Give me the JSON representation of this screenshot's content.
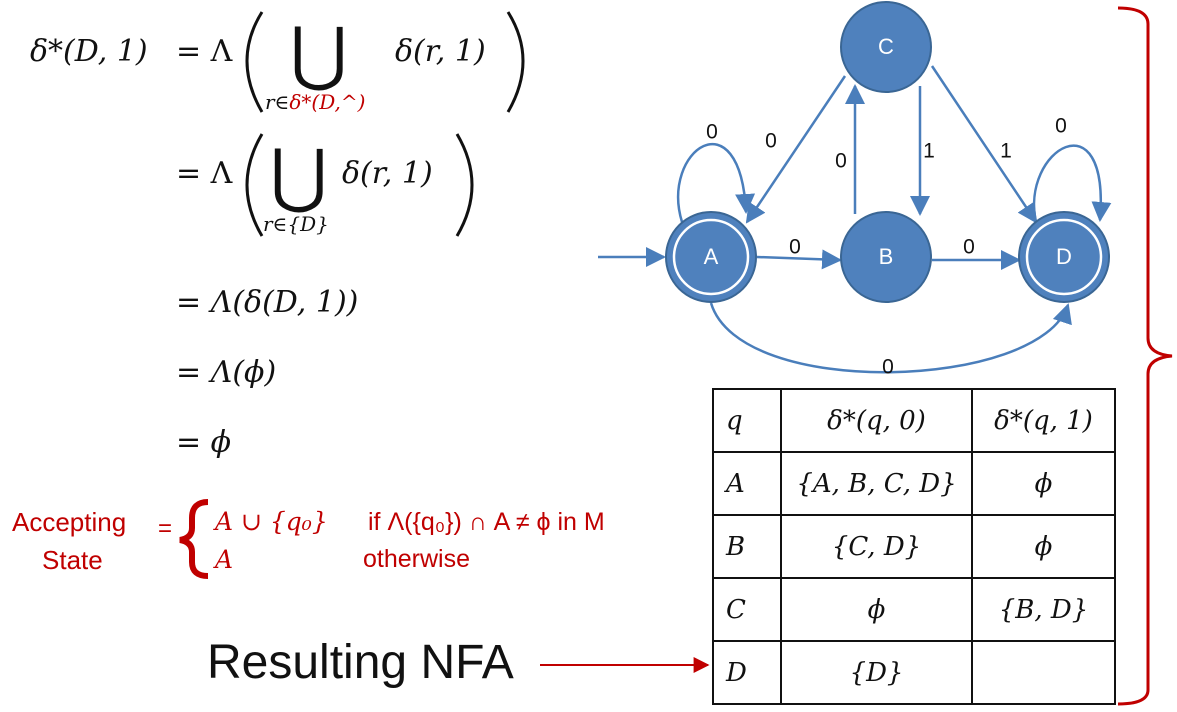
{
  "derivation": {
    "line1_lhs": "δ*(D, 1)",
    "line1_eq": "= Λ",
    "line1_term": "δ(r, 1)",
    "line1_sub_prefix": "r∈",
    "line1_sub_red": "δ*(D,^)",
    "line2_eq": "= Λ",
    "line2_term": "δ(r, 1)",
    "line2_sub": "r∈{D}",
    "line3": "= Λ(δ(D, 1))",
    "line4": "= Λ(ϕ)",
    "line5": "= ϕ"
  },
  "accepting": {
    "label_line1": "Accepting",
    "label_line2": "State",
    "equals": "=",
    "case1_expr": "A ∪ {q₀}",
    "case1_cond": "if Λ({q₀}) ∩ A ≠ ϕ in M",
    "case2_expr": "A",
    "case2_cond": "otherwise"
  },
  "result_label": "Resulting NFA",
  "diagram": {
    "node_color": "#4f81bd",
    "edge_color": "#4a7ebb",
    "nodes": [
      {
        "id": "A",
        "label": "A",
        "accepting": true,
        "start": true
      },
      {
        "id": "B",
        "label": "B",
        "accepting": false
      },
      {
        "id": "C",
        "label": "C",
        "accepting": false
      },
      {
        "id": "D",
        "label": "D",
        "accepting": true
      }
    ],
    "edges": [
      {
        "from": "A",
        "to": "A",
        "label": "0"
      },
      {
        "from": "C",
        "to": "A",
        "label": "0"
      },
      {
        "from": "A",
        "to": "B",
        "label": "0"
      },
      {
        "from": "B",
        "to": "C",
        "label": "0"
      },
      {
        "from": "C",
        "to": "B",
        "label": "1"
      },
      {
        "from": "C",
        "to": "D",
        "label": "1"
      },
      {
        "from": "D",
        "to": "D",
        "label": "0"
      },
      {
        "from": "B",
        "to": "D",
        "label": "0"
      },
      {
        "from": "A",
        "to": "D",
        "label": "0"
      }
    ]
  },
  "table": {
    "headers": [
      "q",
      "δ*(q, 0)",
      "δ*(q, 1)"
    ],
    "rows": [
      [
        "A",
        "{A, B, C, D}",
        "ϕ"
      ],
      [
        "B",
        "{C, D}",
        "ϕ"
      ],
      [
        "C",
        "ϕ",
        "{B, D}"
      ],
      [
        "D",
        "{D}",
        ""
      ]
    ]
  },
  "colors": {
    "accent_red": "#c00000",
    "brace_red": "#c00000"
  }
}
